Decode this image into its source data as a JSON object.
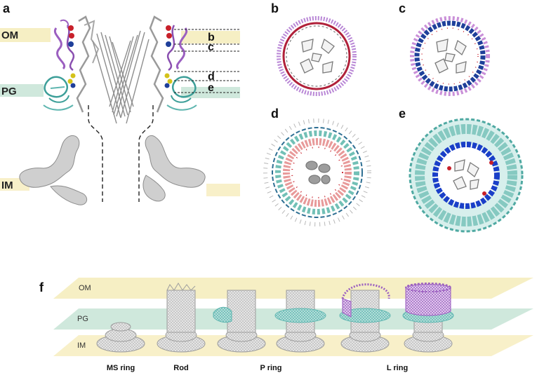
{
  "panels": {
    "a": "a",
    "b": "b",
    "c": "c",
    "d": "d",
    "e": "e",
    "f": "f"
  },
  "panel_a": {
    "membranes": {
      "om": "OM",
      "pg": "PG",
      "im": "IM"
    },
    "slice_markers": [
      "b",
      "c",
      "d",
      "e"
    ]
  },
  "panel_f": {
    "layers": {
      "om": "OM",
      "pg": "PG",
      "im": "IM"
    },
    "stage_labels": [
      "MS ring",
      "Rod",
      "P ring",
      "L ring"
    ]
  },
  "colors": {
    "om_band": "#f6efc4",
    "pg_band": "#cfe8dc",
    "im_band": "#f8f0c9",
    "l_ring_purple": "#9b5fc0",
    "p_ring_teal": "#5fb6b0",
    "lpp_red": "#c8202a",
    "lipid_blue": "#1f3f9a",
    "gray_density": "#c8c8c8"
  }
}
